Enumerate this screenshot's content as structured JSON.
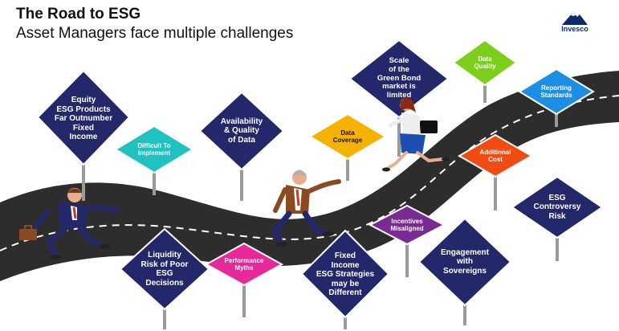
{
  "header": {
    "title": "The Road to ESG",
    "subtitle": "Asset Managers face multiple challenges"
  },
  "logo": {
    "name": "Invesco",
    "icon": "mountain-logo-icon"
  },
  "colors": {
    "navy": "#23286b",
    "teal": "#1ec2c0",
    "orange": "#f5b300",
    "green": "#7bcf1b",
    "sky": "#1c8fe4",
    "red": "#ef4b12",
    "purple": "#7a2a93",
    "pink": "#e8289a",
    "road": "#2d2d2d",
    "pole": "#9a9a9a"
  },
  "signs": {
    "equity": "Equity\nESG Products\nFar Outnumber\nFixed\nIncome",
    "difficult": "Difficult To\nImplement",
    "availability": "Availability\n& Quality\nof Data",
    "coverage": "Data\nCoverage",
    "scale": "Scale\nof the\nGreen Bond\nmarket is\nlimited",
    "quality": "Data\nQuality",
    "reporting": "Reporting\nStandards",
    "additional": "Additional\nCost",
    "controversy": "ESG\nControversy\nRisk",
    "incentives": "Incentives\nMisaligned",
    "engagement": "Engagement\nwith\nSovereigns",
    "fixed": "Fixed\nIncome\nESG Strategies\nmay be\nDifferent",
    "performance": "Performance\nMyths",
    "liquidity": "Liquidity\nRisk of Poor\nESG\nDecisions"
  }
}
